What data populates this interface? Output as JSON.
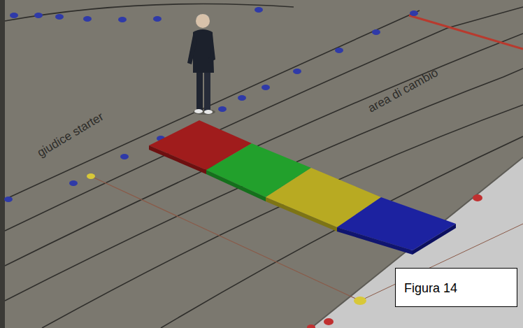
{
  "diagram": {
    "nodes": [
      {
        "text": [
          "Figura 14"
        ]
      }
    ],
    "labels": [
      "giudice starter",
      "area di cambio"
    ]
  }
}
